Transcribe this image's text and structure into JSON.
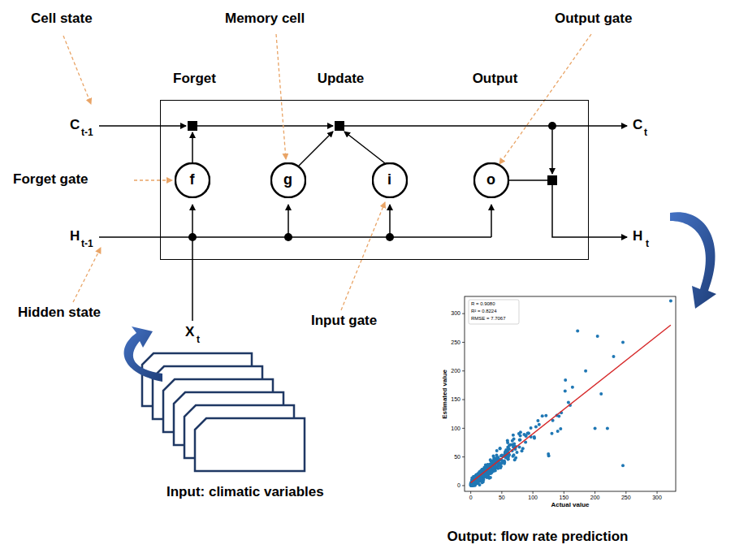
{
  "diagram": {
    "nodes": [
      {
        "text": [
          "Forget",
          "Update",
          "Output"
        ]
      },
      {
        "text": [
          "f"
        ],
        "in": 0
      },
      {
        "text": [
          "g"
        ],
        "in": 0
      },
      {
        "text": [
          "i"
        ],
        "in": 0
      },
      {
        "text": [
          "o"
        ],
        "in": 0
      }
    ],
    "labels": [
      "Cell state",
      "Memory cell",
      "Output gate",
      "C",
      "t-1",
      "C",
      "t",
      "Forget gate",
      "H",
      "t-1",
      "H",
      "t",
      "Hidden state",
      "X",
      "t",
      "Input gate",
      "Input: climatic variables",
      "R = 0.9080",
      "R² = 0.8224",
      "RMSE = 7.7067",
      "Estimated value",
      "Actual value",
      "0",
      "50",
      "100",
      "150",
      "200",
      "250",
      "300",
      "0",
      "50",
      "100",
      "150",
      "200",
      "250",
      "300",
      "Output: flow rate prediction"
    ]
  }
}
